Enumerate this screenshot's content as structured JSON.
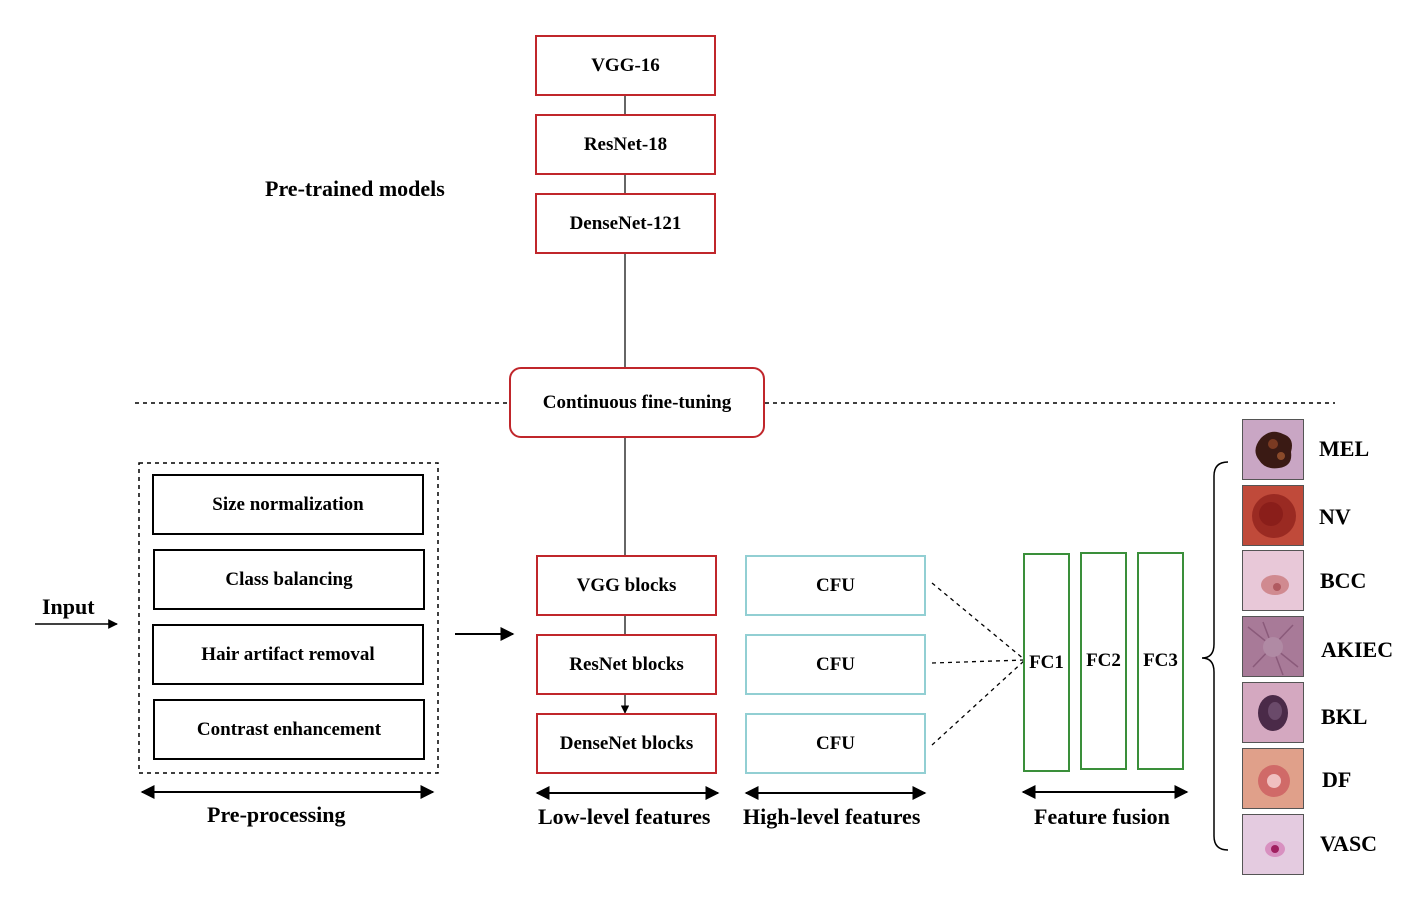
{
  "pretrained": {
    "title": "Pre-trained models",
    "models": [
      "VGG-16",
      "ResNet-18",
      "DenseNet-121"
    ]
  },
  "finetune_label": "Continuous fine-tuning",
  "input_label": "Input",
  "preprocessing": {
    "steps": [
      "Size normalization",
      "Class balancing",
      "Hair artifact removal",
      "Contrast enhancement"
    ],
    "caption": "Pre-processing"
  },
  "low_level": {
    "blocks": [
      "VGG blocks",
      "ResNet blocks",
      "DenseNet blocks"
    ],
    "caption": "Low-level features"
  },
  "high_level": {
    "units": [
      "CFU",
      "CFU",
      "CFU"
    ],
    "caption": "High-level features"
  },
  "fusion": {
    "layers": [
      "FC1",
      "FC2",
      "FC3"
    ],
    "caption": "Feature fusion"
  },
  "classes": [
    {
      "label": "MEL",
      "icon": "lesion-mel-thumbnail"
    },
    {
      "label": "NV",
      "icon": "lesion-nv-thumbnail"
    },
    {
      "label": "BCC",
      "icon": "lesion-bcc-thumbnail"
    },
    {
      "label": "AKIEC",
      "icon": "lesion-akiec-thumbnail"
    },
    {
      "label": "BKL",
      "icon": "lesion-bkl-thumbnail"
    },
    {
      "label": "DF",
      "icon": "lesion-df-thumbnail"
    },
    {
      "label": "VASC",
      "icon": "lesion-vasc-thumbnail"
    }
  ],
  "colors": {
    "pretrained_border": "#c0262b",
    "preprocess_border": "#000000",
    "cfu_border": "#92cfd3",
    "fc_border": "#3a8f3a"
  }
}
